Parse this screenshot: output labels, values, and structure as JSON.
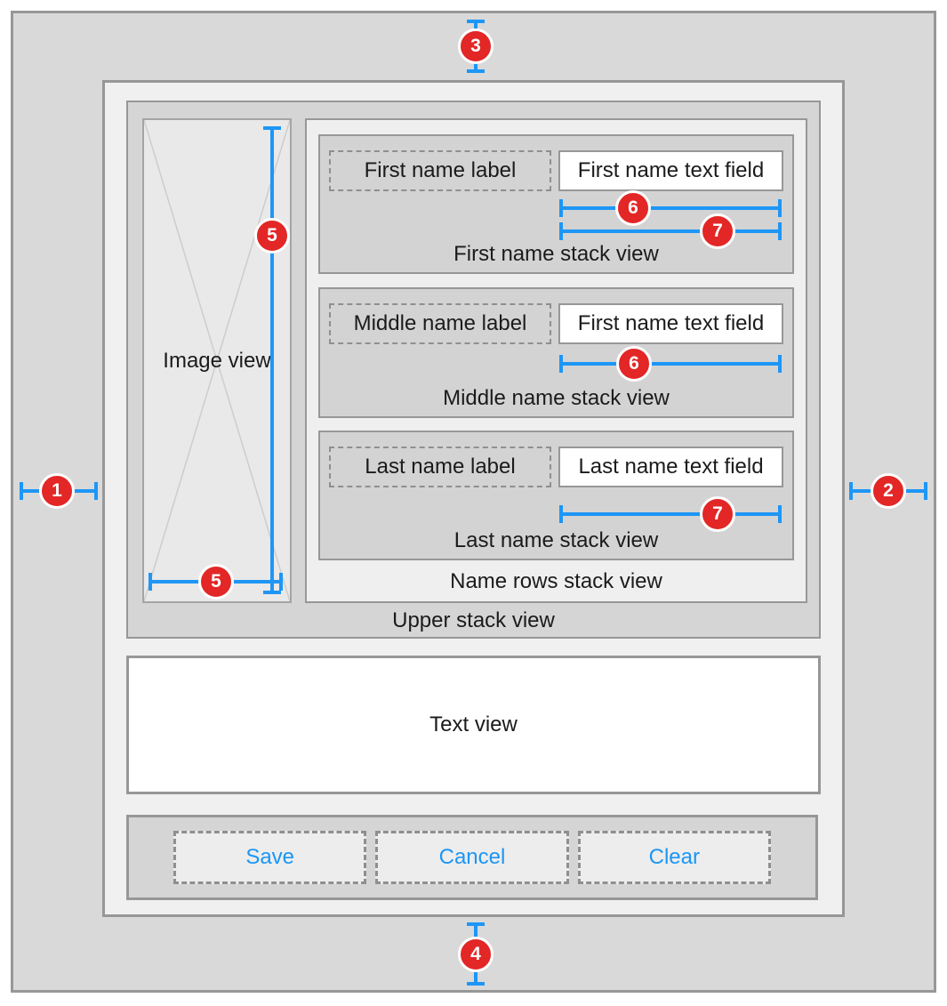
{
  "diagram": {
    "upper_stack_label": "Upper stack view",
    "image_view_label": "Image view",
    "name_rows_label": "Name rows stack view",
    "rows": [
      {
        "label": "First name label",
        "field": "First name text field",
        "caption": "First name stack view"
      },
      {
        "label": "Middle name label",
        "field": "First name text field",
        "caption": "Middle name stack view"
      },
      {
        "label": "Last name label",
        "field": "Last name text field",
        "caption": "Last name stack view"
      }
    ],
    "text_view_label": "Text view",
    "buttons": [
      {
        "label": "Save"
      },
      {
        "label": "Cancel"
      },
      {
        "label": "Clear"
      }
    ],
    "badges": {
      "left_margin": "1",
      "right_margin": "2",
      "top_margin": "3",
      "bottom_margin": "4",
      "image_view_height": "5",
      "image_view_width": "5",
      "first_row_field_width_6": "6",
      "first_row_field_width_7": "7",
      "middle_row_field_width": "6",
      "last_row_field_width": "7"
    },
    "colors": {
      "measurement_blue": "#1E96F6",
      "badge_red": "#E22726",
      "button_text_blue": "#1B96F5"
    }
  }
}
